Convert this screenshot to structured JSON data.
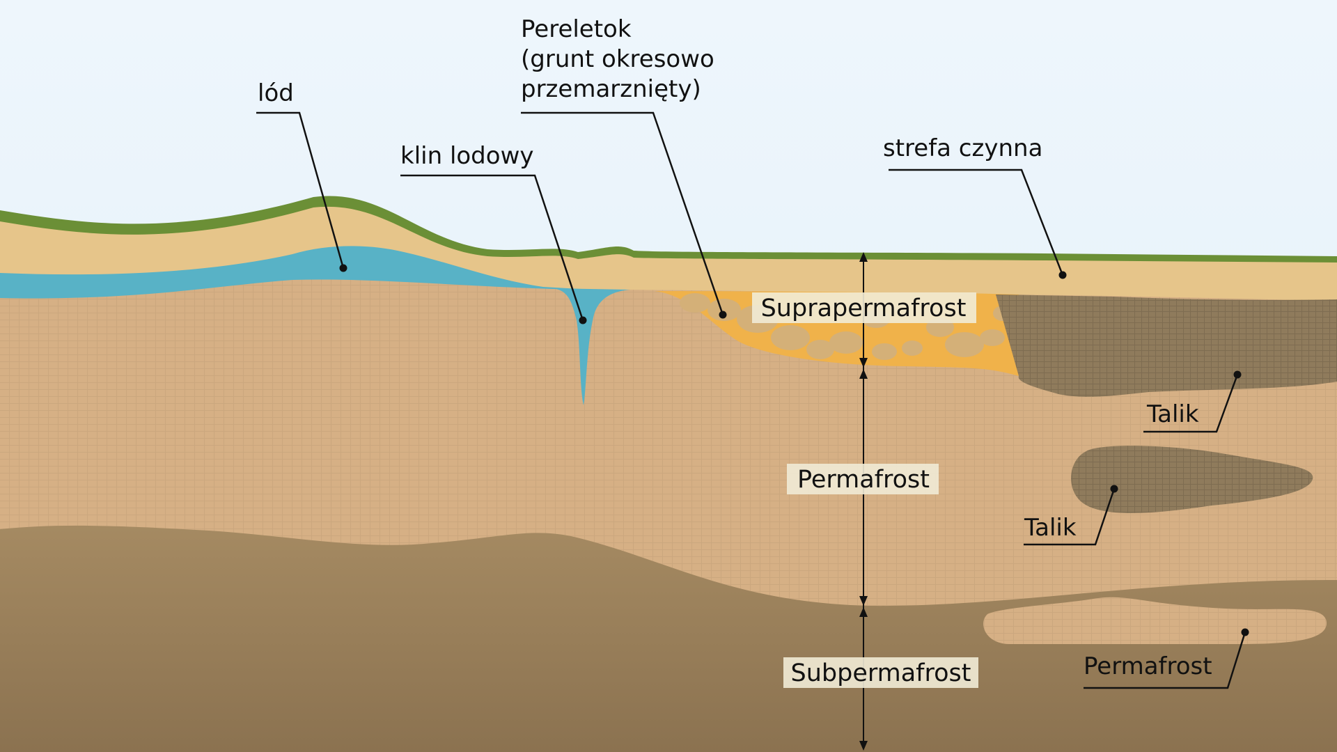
{
  "labels": {
    "lod": "lód",
    "klin": "klin lodowy",
    "pereletok_1": "Pereletok",
    "pereletok_2": "(grunt okresowo",
    "pereletok_3": "przemarznięty)",
    "strefa": "strefa czynna",
    "talik_1": "Talik",
    "talik_2": "Talik",
    "permafrost_lens": "Permafrost"
  },
  "zones": {
    "suprapermafrost": "Suprapermafrost",
    "permafrost": "Permafrost",
    "subpermafrost": "Subpermafrost"
  },
  "colors": {
    "sky_top": "#eef6fc",
    "sky_bottom": "#e2eff8",
    "grass": "#6b8f36",
    "active_layer": "#e6c58a",
    "ice": "#58b2c6",
    "permafrost": "#d6b085",
    "subpermafrost_top": "#a58a62",
    "subpermafrost_bottom": "#8b7250",
    "pereletok": "#f0b24a",
    "pebble": "#d4b078",
    "talik": "#8f7b5c"
  }
}
